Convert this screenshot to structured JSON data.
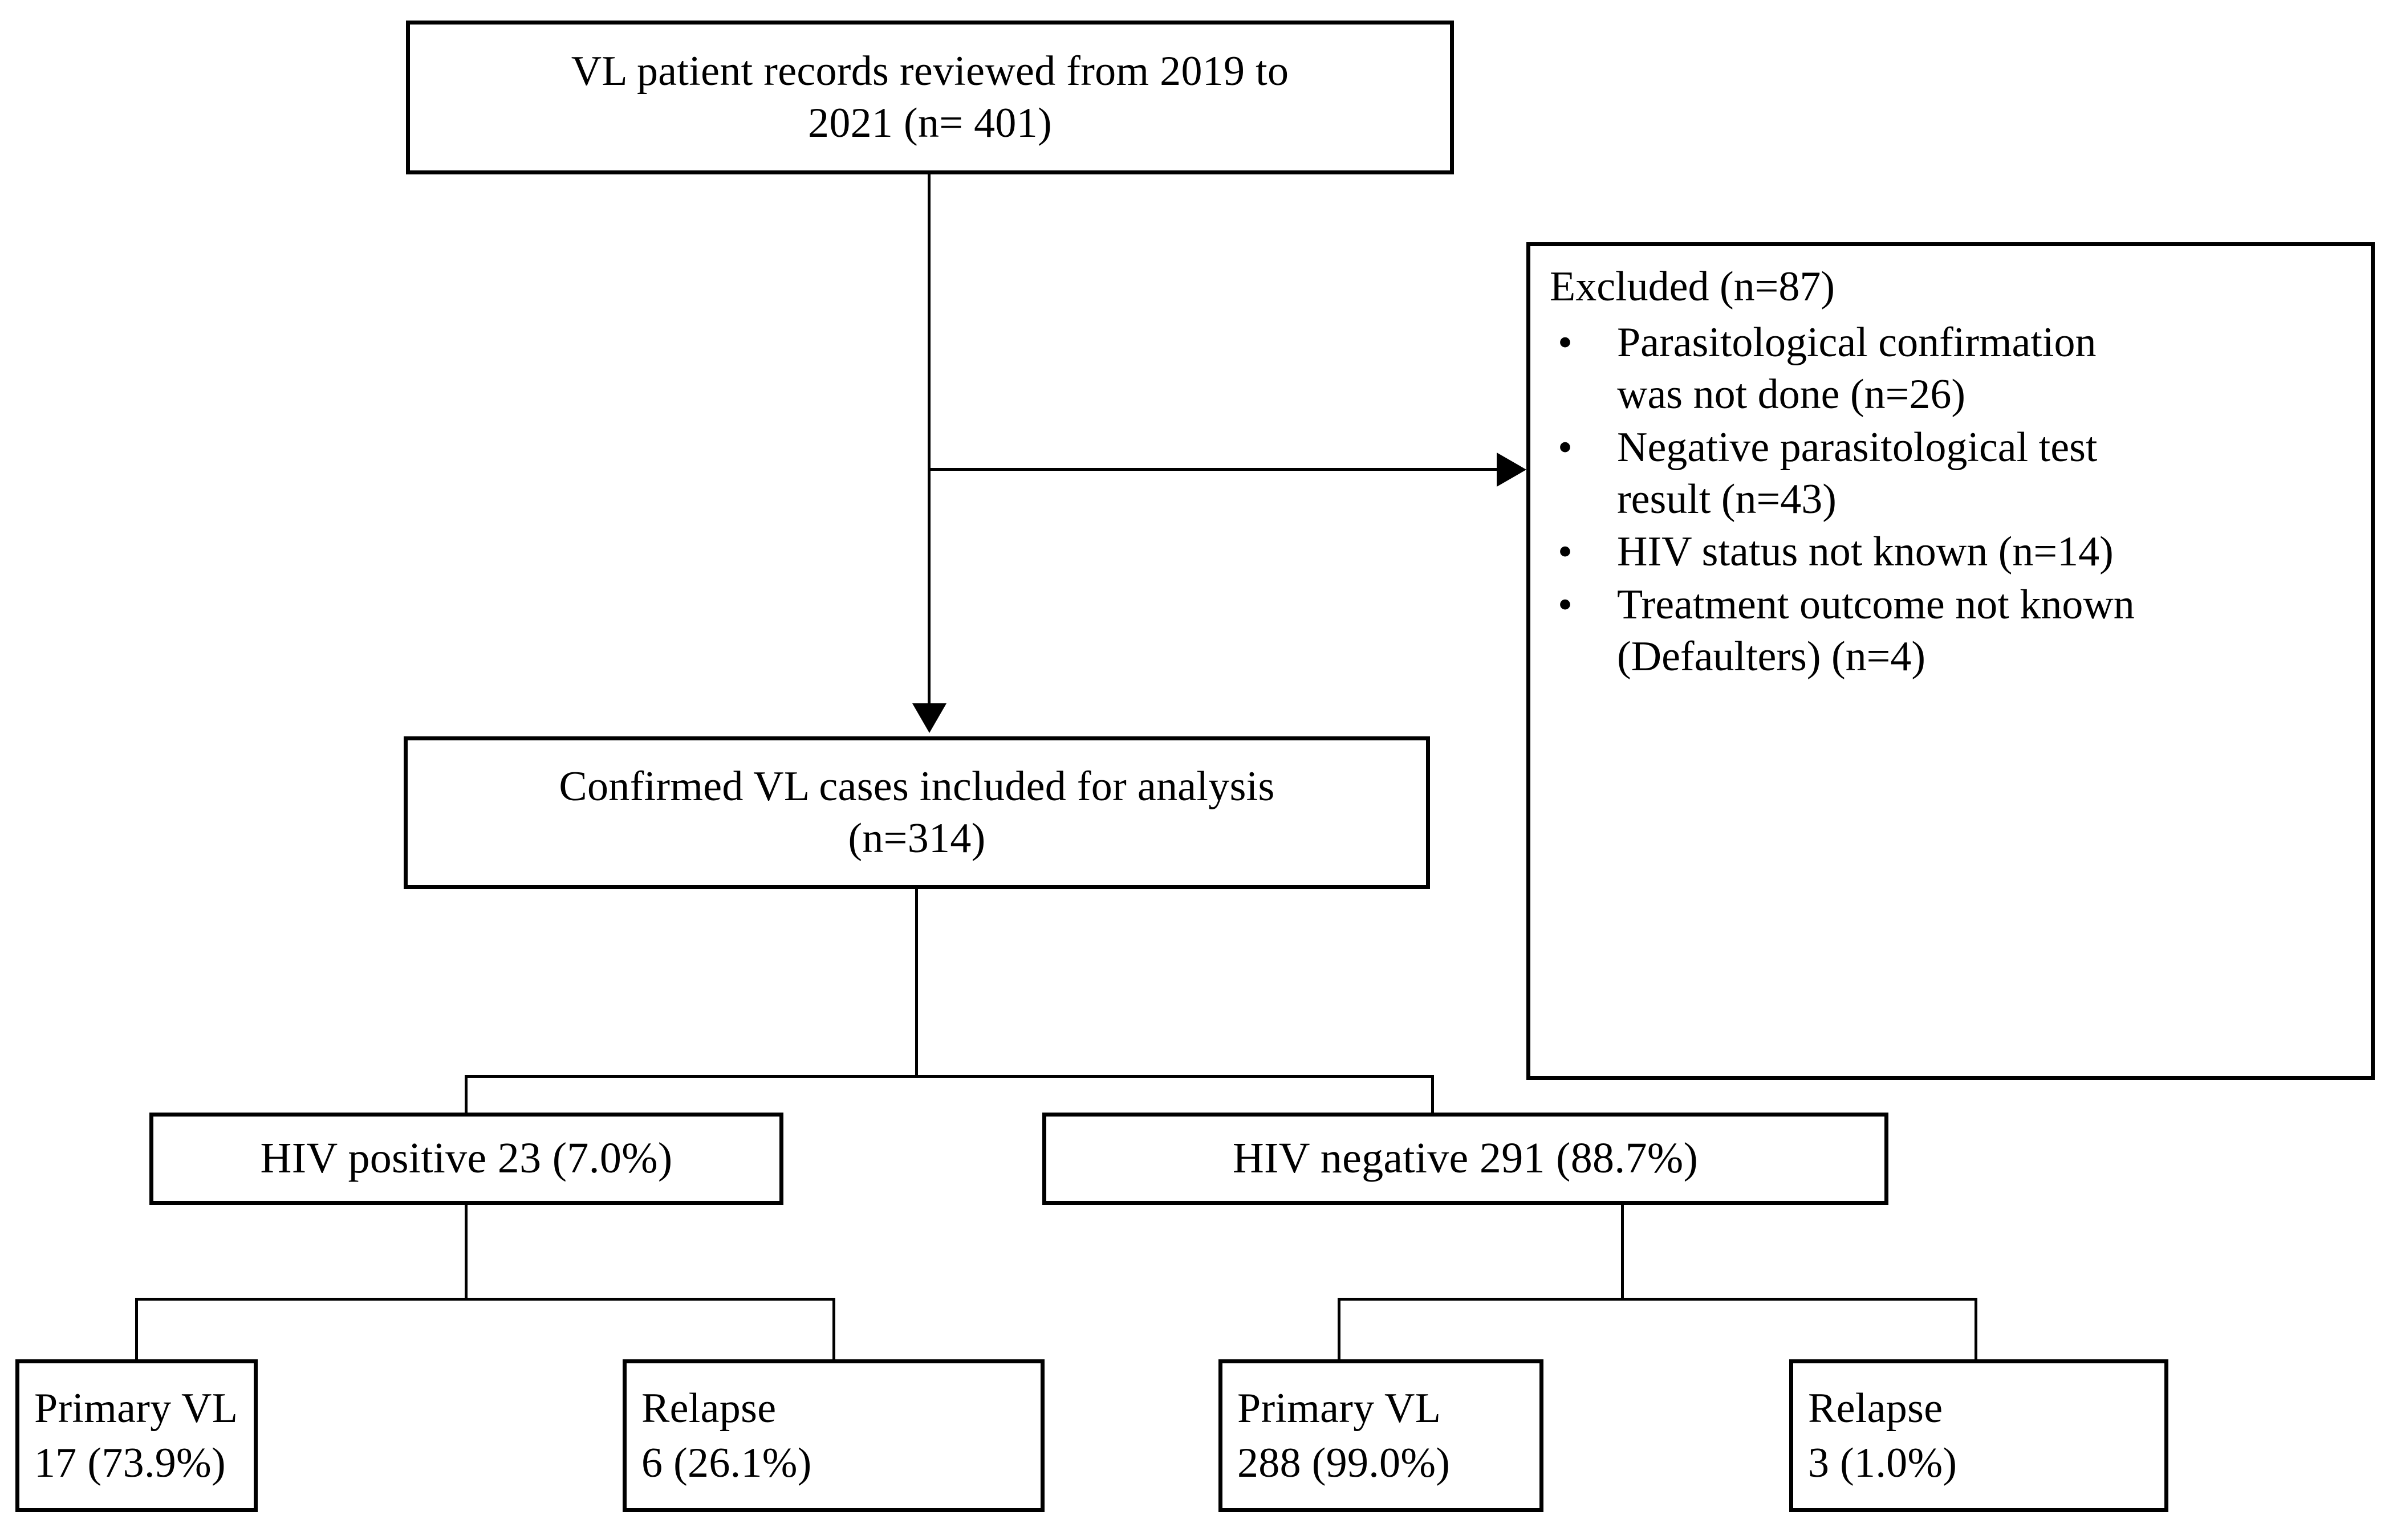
{
  "figure": {
    "type": "flowchart",
    "title": "VL patient record screening flow"
  },
  "nodes": {
    "source": {
      "line1": "VL patient records reviewed from 2019 to",
      "line2": "2021 (n= 401)"
    },
    "excluded": {
      "title": "Excluded (n=87)",
      "bullet_glyph": "•",
      "items": [
        {
          "line1": "Parasitological confirmation",
          "line2": "was not done (n=26)"
        },
        {
          "line1": "Negative parasitological test",
          "line2": "result (n=43)"
        },
        {
          "line1": "HIV status not known (n=14)",
          "line2": ""
        },
        {
          "line1": "Treatment outcome not known",
          "line2": "(Defaulters) (n=4)"
        }
      ]
    },
    "confirmed": {
      "line1": "Confirmed VL cases included for analysis",
      "line2": "(n=314)"
    },
    "hiv_positive": {
      "label": "HIV positive 23 (7.0%)"
    },
    "hiv_negative": {
      "label": "HIV negative 291 (88.7%)"
    },
    "leaf_pos_primary": {
      "line1": "Primary VL",
      "line2": "17 (73.9%)"
    },
    "leaf_pos_relapse": {
      "line1": "Relapse",
      "line2": "6 (26.1%)"
    },
    "leaf_neg_primary": {
      "line1": "Primary VL",
      "line2": "288 (99.0%)"
    },
    "leaf_neg_relapse": {
      "line1": "Relapse",
      "line2": "3 (1.0%)"
    }
  },
  "colors": {
    "stroke": "#000000",
    "background": "#ffffff",
    "text": "#000000"
  }
}
